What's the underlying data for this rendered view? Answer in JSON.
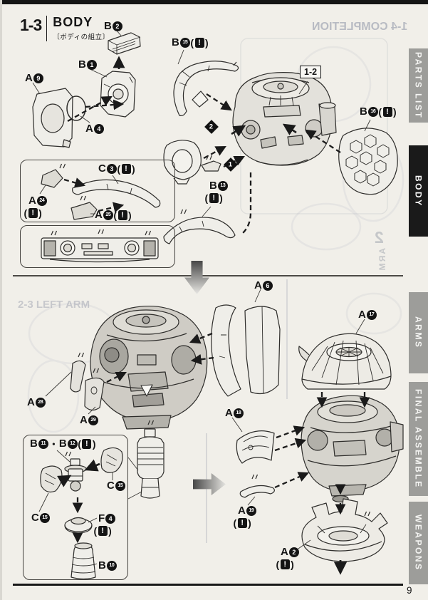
{
  "page": {
    "number": "9"
  },
  "header": {
    "step_no": "1-3",
    "title": "BODY",
    "subtitle": "〔ボディの組立〕"
  },
  "ref_label": "1-2",
  "symbols": {
    "warn": "!",
    "dot": "・",
    "paren_open": "(",
    "paren_close": ")"
  },
  "steps": {
    "s1": "1",
    "s2": "2"
  },
  "sidebar": {
    "tabs": [
      {
        "label": "PARTS LIST",
        "active": false
      },
      {
        "label": "BODY",
        "active": true
      },
      {
        "label": "ARMS",
        "active": false
      },
      {
        "label": "FINAL ASSEMBLE",
        "active": false
      },
      {
        "label": "WEAPONS",
        "active": false
      }
    ]
  },
  "parts": {
    "a2": {
      "letter": "A",
      "num": "2"
    },
    "a4": {
      "letter": "A",
      "num": "4"
    },
    "a6": {
      "letter": "A",
      "num": "6"
    },
    "a9": {
      "letter": "A",
      "num": "9"
    },
    "a17": {
      "letter": "A",
      "num": "17"
    },
    "a18": {
      "letter": "A",
      "num": "18"
    },
    "a19": {
      "letter": "A",
      "num": "19"
    },
    "a24": {
      "letter": "A",
      "num": "24"
    },
    "a25": {
      "letter": "A",
      "num": "25"
    },
    "a28": {
      "letter": "A",
      "num": "28"
    },
    "a29": {
      "letter": "A",
      "num": "29"
    },
    "b1": {
      "letter": "B",
      "num": "1"
    },
    "b2": {
      "letter": "B",
      "num": "2"
    },
    "b10": {
      "letter": "B",
      "num": "10"
    },
    "b11": {
      "letter": "B",
      "num": "11"
    },
    "b12": {
      "letter": "B",
      "num": "12"
    },
    "b13": {
      "letter": "B",
      "num": "13"
    },
    "b15": {
      "letter": "B",
      "num": "15"
    },
    "b16": {
      "letter": "B",
      "num": "16"
    },
    "c3": {
      "letter": "C",
      "num": "3"
    },
    "c15": {
      "letter": "C",
      "num": "15"
    },
    "f4": {
      "letter": "F",
      "num": "4"
    }
  },
  "ghost": {
    "completion": "1-4 COMPLETION",
    "left_arm": "2-3 LEFT ARM",
    "arm_tab_num": "2",
    "arm_tab_label": "ARM"
  }
}
